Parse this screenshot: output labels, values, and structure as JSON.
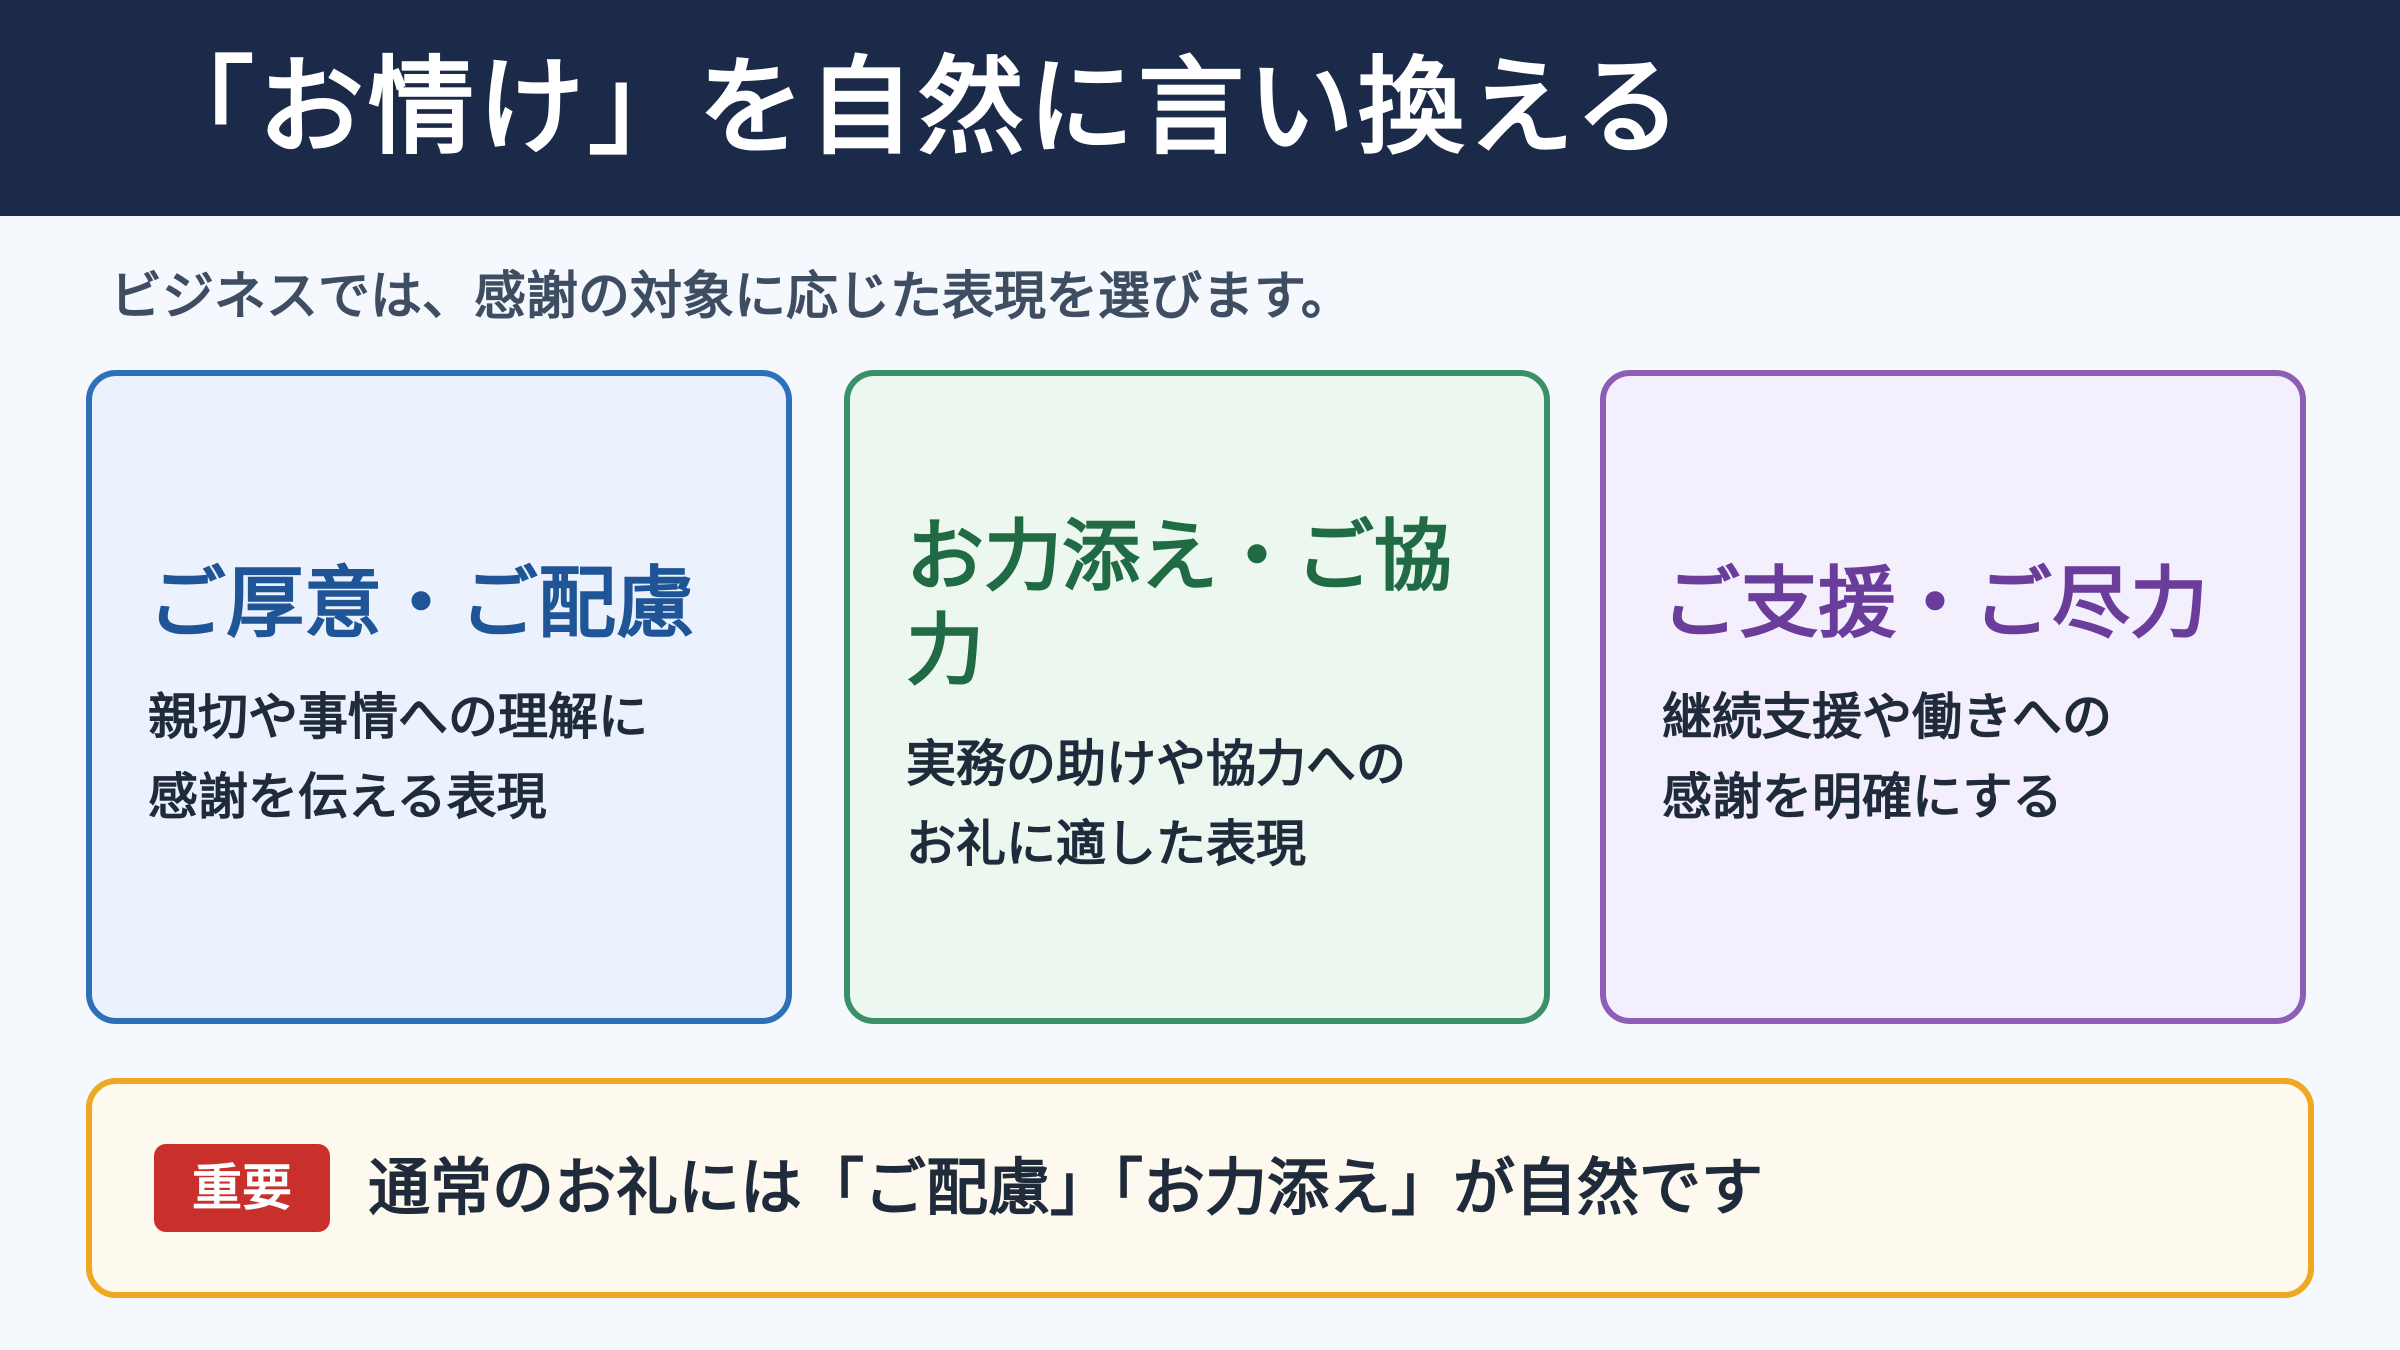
{
  "header": {
    "title": "「お情け」を自然に言い換える"
  },
  "subtitle": "ビジネスでは、感謝の対象に応じた表現を選びます。",
  "cards": [
    {
      "title": "ご厚意・ご配慮",
      "desc_lines": [
        "親切や事情への理解に",
        "感謝を伝える表現"
      ],
      "accent": "#2e6fba"
    },
    {
      "title": "お力添え・ご協力",
      "desc_lines": [
        "実務の助けや協力への",
        "お礼に適した表現"
      ],
      "accent": "#3a9068"
    },
    {
      "title": "ご支援・ご尽力",
      "desc_lines": [
        "継続支援や働きへの",
        "感謝を明確にする"
      ],
      "accent": "#8c5fb5"
    }
  ],
  "note": {
    "badge": "重要",
    "text": "通常のお礼には「ご配慮」「お力添え」が自然です",
    "accent": "#eea821",
    "badge_color": "#c9302c"
  }
}
